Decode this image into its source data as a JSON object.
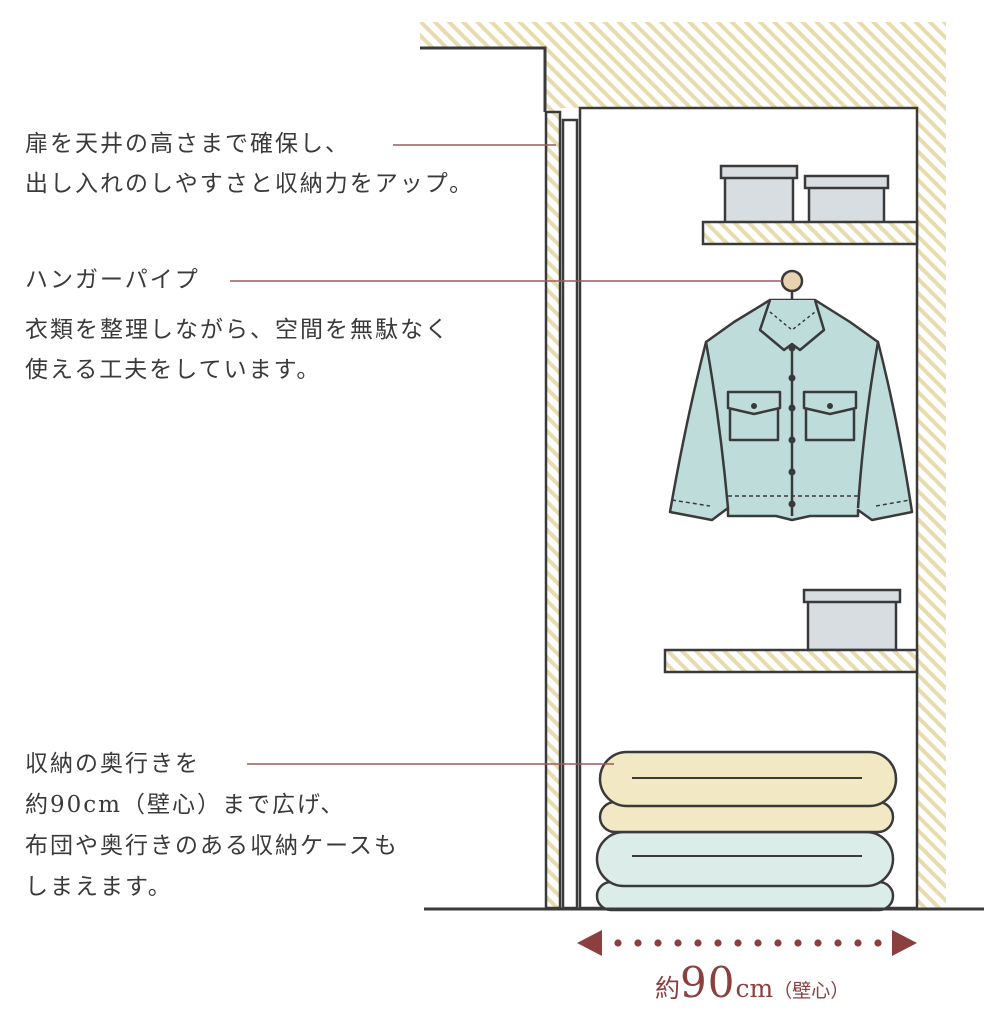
{
  "annotations": {
    "door": {
      "lines": [
        "扉を天井の高さまで確保し、",
        "出し入れのしやすさと収納力をアップ。"
      ]
    },
    "hanger": {
      "title": "ハンガーパイプ",
      "lines": [
        "衣類を整理しながら、空間を無駄なく",
        "使える工夫をしています。"
      ]
    },
    "depth": {
      "lines": [
        "収納の奥行きを",
        "約90cm（壁心）まで広げ、",
        "布団や奥行きのある収納ケースも",
        "しまえます。"
      ]
    }
  },
  "dimension": {
    "prefix": "約",
    "number": "90",
    "unit": "cm",
    "note": "（壁心）"
  },
  "colors": {
    "leader": "#9c5a5a",
    "dimension": "#8b3f3f",
    "hatch": "#e8dcae",
    "outline": "#3a3a3a",
    "jacket": "#bddcda",
    "box": "#d8dde2",
    "futon_cream": "#f3e8c4",
    "futon_mint": "#dcece8"
  }
}
